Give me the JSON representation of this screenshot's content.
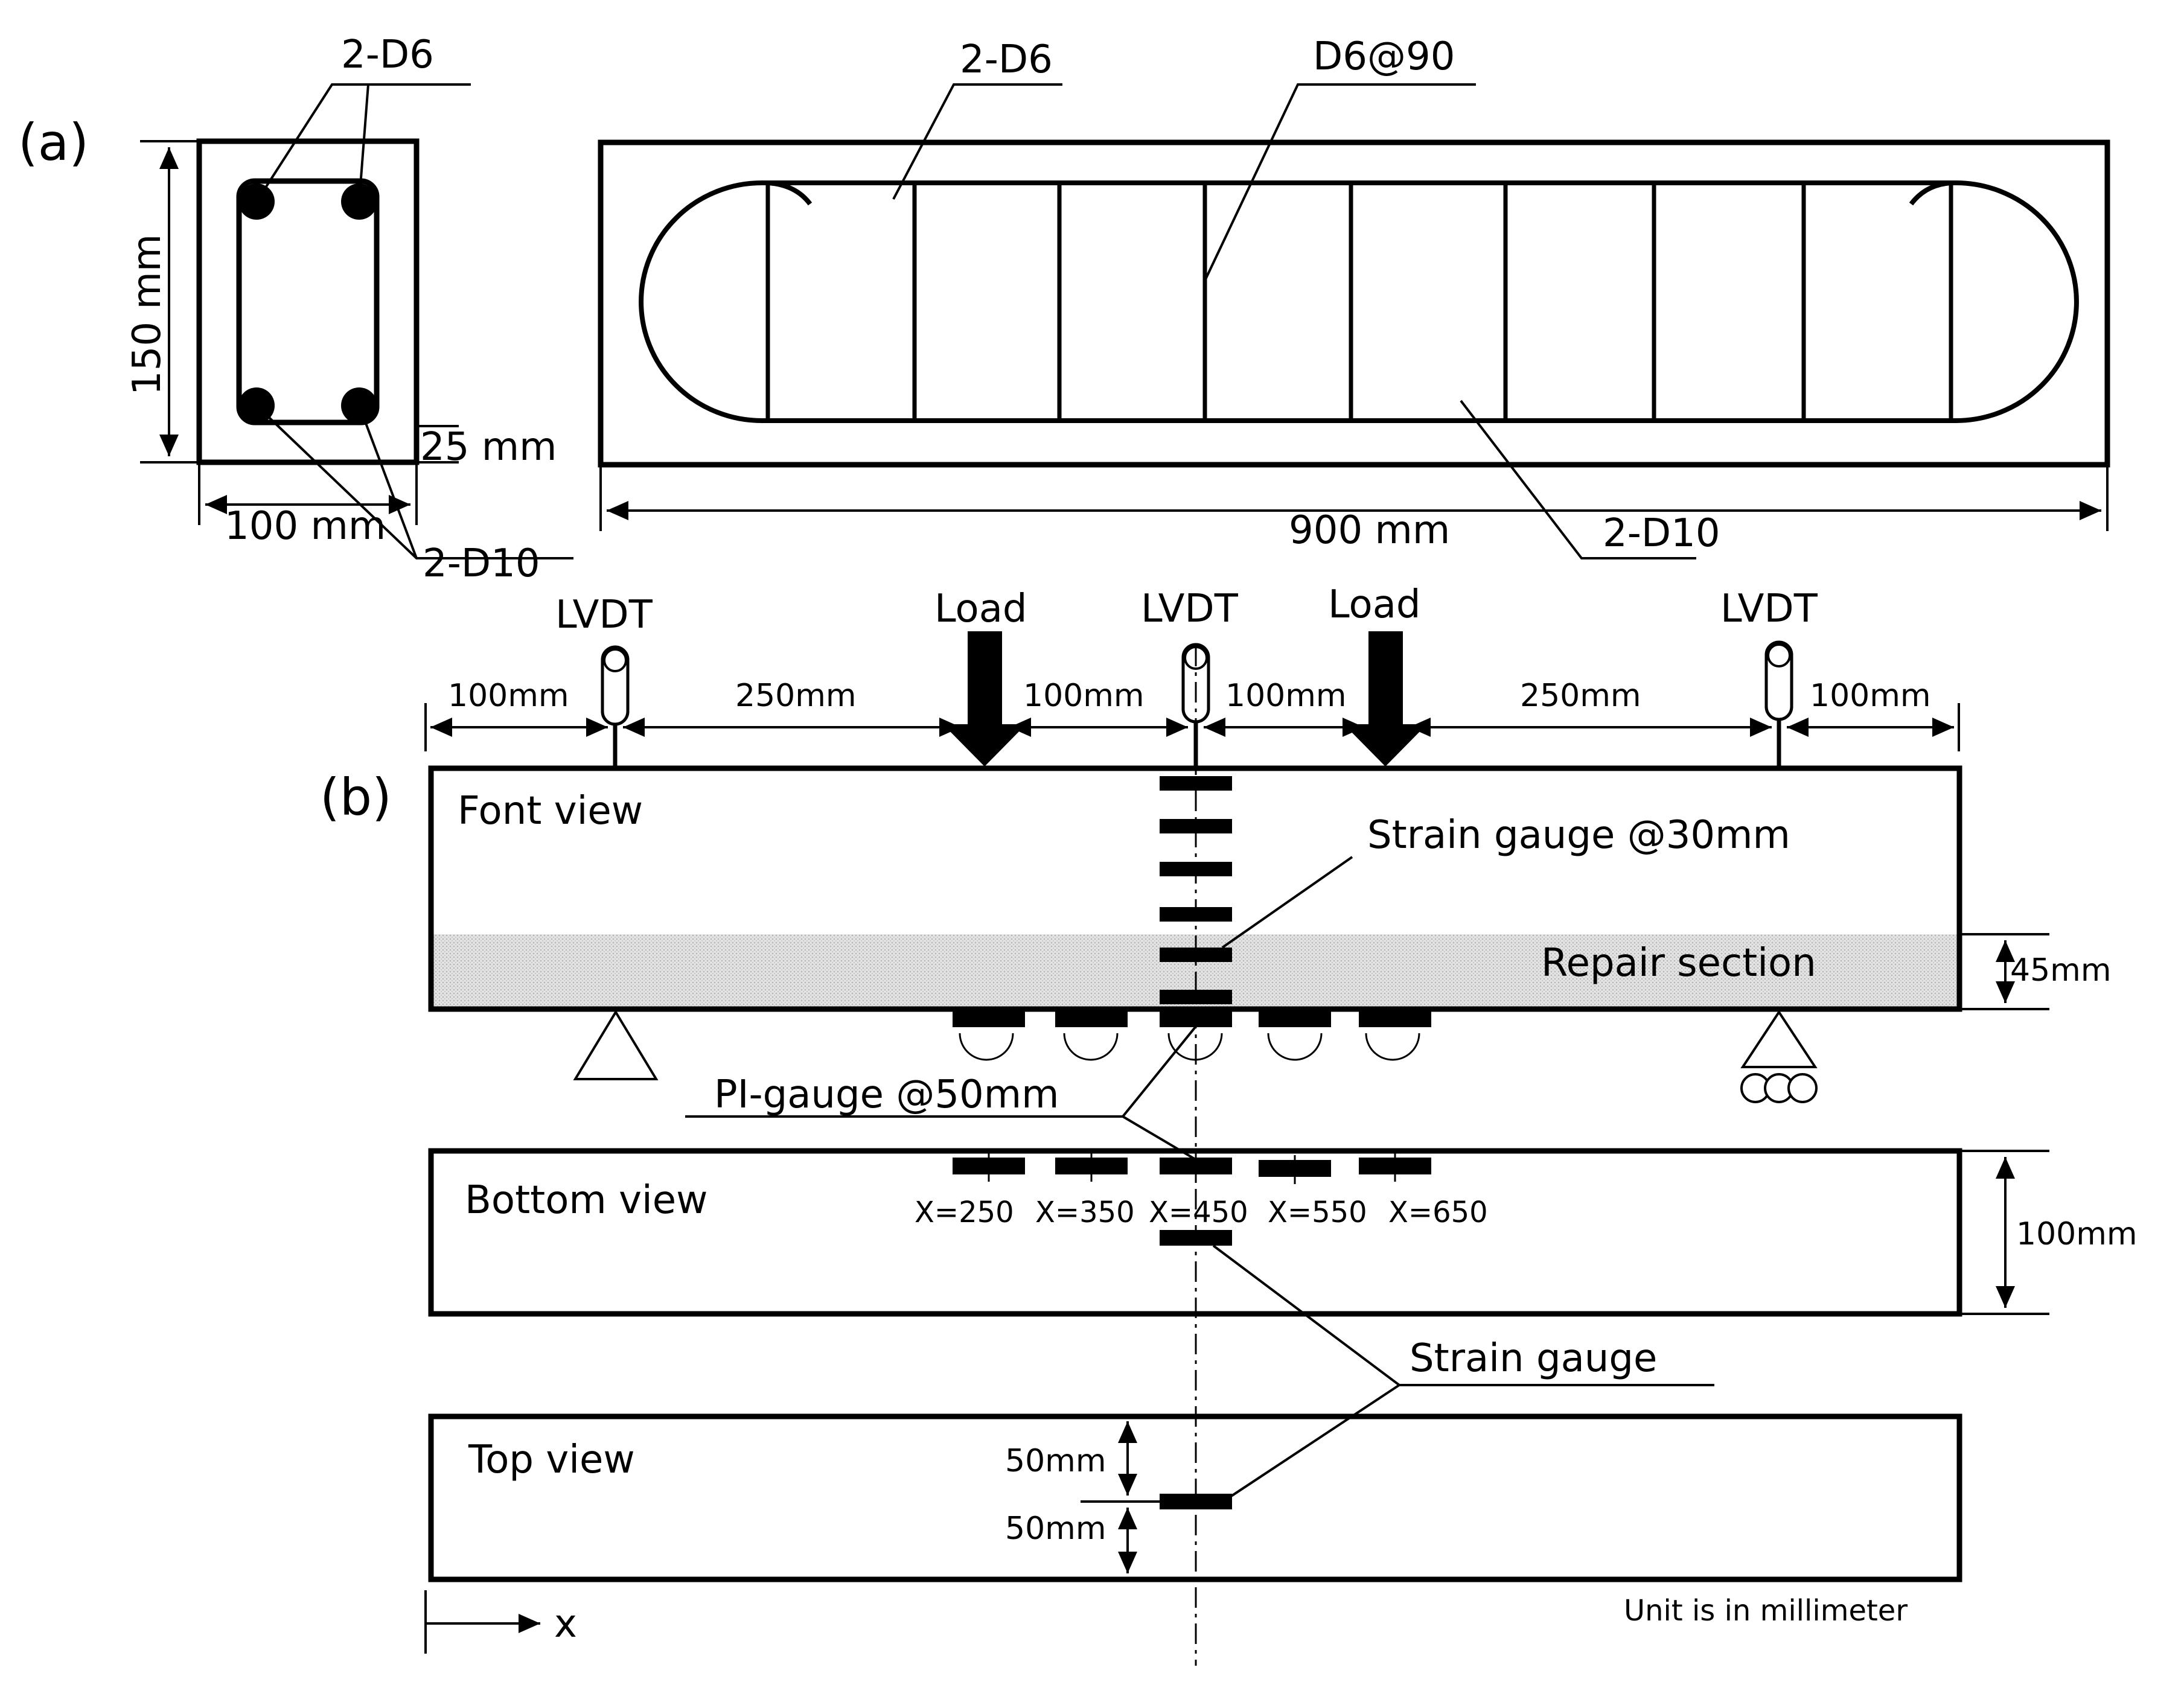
{
  "panel_a": {
    "label": "(a)",
    "cross_section": {
      "top_bars": "2-D6",
      "bottom_bars": "2-D10",
      "height_dim": "150 mm",
      "width_dim": "100 mm",
      "cover_dim": "25 mm"
    },
    "elevation": {
      "top_bars": "2-D6",
      "stirrups": "D6@90",
      "bottom_bars": "2-D10",
      "length_dim": "900 mm"
    }
  },
  "panel_b": {
    "label": "(b)",
    "lvdt_label": "LVDT",
    "load_label": "Load",
    "spacing": [
      "100mm",
      "250mm",
      "100mm",
      "100mm",
      "250mm",
      "100mm"
    ],
    "front_view": {
      "title": "Font view",
      "strain_gauge_label": "Strain gauge @30mm",
      "repair_label": "Repair section",
      "repair_depth": "45mm",
      "pi_gauge_label": "PI-gauge @50mm"
    },
    "bottom_view": {
      "title": "Bottom view",
      "positions": [
        "X=250",
        "X=350",
        "X=450",
        "X=550",
        "X=650"
      ],
      "width_dim": "100mm",
      "strain_gauge_label": "Strain gauge"
    },
    "top_view": {
      "title": "Top view",
      "dim_upper": "50mm",
      "dim_lower": "50mm"
    },
    "axis_label": "X",
    "unit_note": "Unit is in millimeter"
  }
}
